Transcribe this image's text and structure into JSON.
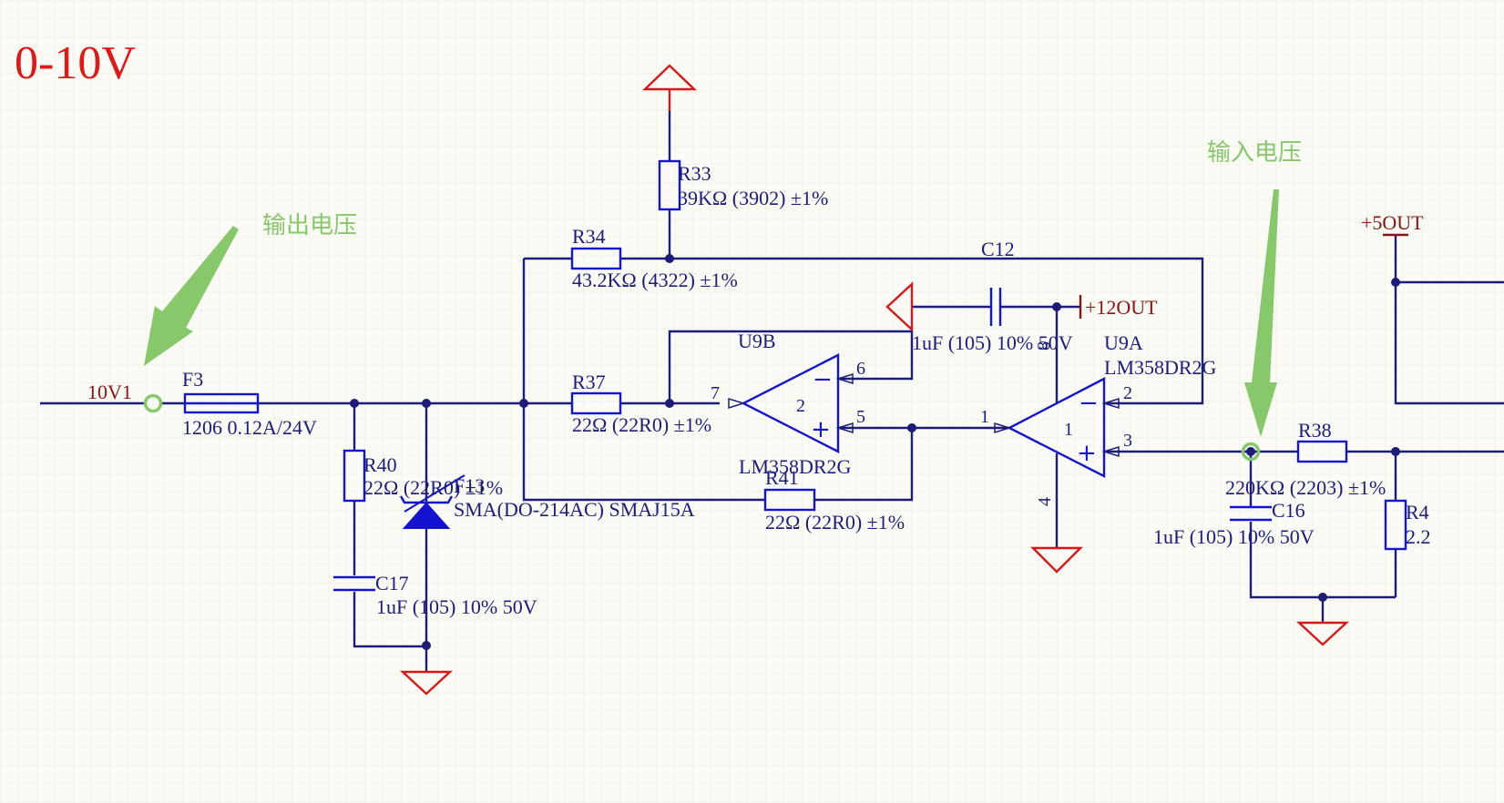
{
  "title": "0-10V",
  "annotations": {
    "output_voltage": "输出电压",
    "input_voltage": "输入电压"
  },
  "nets": {
    "output": "10V1",
    "plus12": "+12OUT",
    "plus5": "+5OUT"
  },
  "components": {
    "F3": {
      "ref": "F3",
      "value": "1206 0.12A/24V"
    },
    "R40": {
      "ref": "R40",
      "value": "22Ω (22R0) ±1%"
    },
    "F13": {
      "ref": "F13",
      "value": "SMA(DO-214AC) SMAJ15A"
    },
    "C17": {
      "ref": "C17",
      "value": "1uF (105) 10% 50V"
    },
    "R34": {
      "ref": "R34",
      "value": "43.2KΩ (4322) ±1%"
    },
    "R33": {
      "ref": "R33",
      "value": "39KΩ (3902) ±1%"
    },
    "R37": {
      "ref": "R37",
      "value": "22Ω (22R0) ±1%"
    },
    "R41": {
      "ref": "R41",
      "value": "22Ω (22R0) ±1%"
    },
    "C12": {
      "ref": "C12",
      "value": "1uF (105) 10% 50V"
    },
    "U9B": {
      "ref": "U9B",
      "value": "LM358DR2G"
    },
    "U9A": {
      "ref": "U9A",
      "value": "LM358DR2G"
    },
    "R38": {
      "ref": "R38",
      "value": "220KΩ (2203) ±1%"
    },
    "C16": {
      "ref": "C16",
      "value": "1uF (105) 10% 50V"
    },
    "R4x": {
      "ref": "R4",
      "value": "2.2"
    }
  },
  "pins": {
    "u9b_out": "7",
    "u9b_inv": "6",
    "u9b_noninv": "5",
    "u9b_unit": "2",
    "u9a_out": "1",
    "u9a_inv": "2",
    "u9a_noninv": "3",
    "u9a_unit": "1",
    "u9a_vcc": "8",
    "u9a_gnd": "4"
  },
  "symbols": {
    "minus": "−",
    "plus": "+"
  },
  "colors": {
    "wire": "#1c1c7a",
    "component": "#1414d0",
    "power": "#d81818",
    "title": "#e01818",
    "annotation": "#86c86a",
    "net_label": "#8a1414"
  }
}
